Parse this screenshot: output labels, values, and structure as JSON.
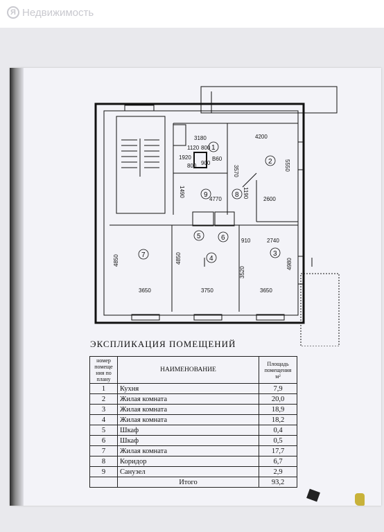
{
  "watermark": {
    "logo": "Я",
    "text": "Недвижимость"
  },
  "plan": {
    "dimensions": [
      "3180",
      "4200",
      "3570",
      "5550",
      "4770",
      "2600",
      "1190",
      "1490",
      "910",
      "2740",
      "4850",
      "4850",
      "3520",
      "4980",
      "3650",
      "3750",
      "3650",
      "1920",
      "800",
      "800",
      "1120",
      "900",
      "B60"
    ],
    "room_numbers": [
      "1",
      "2",
      "3",
      "4",
      "5",
      "6",
      "7",
      "8",
      "9"
    ]
  },
  "explication": {
    "title": "ЭКСПЛИКАЦИЯ ПОМЕЩЕНИЙ",
    "headers": {
      "number": "номер помеще ния по плану",
      "name": "НАИМЕНОВАНИЕ",
      "area": "Площадь помещения м²"
    },
    "rows": [
      {
        "n": "1",
        "name": "Кухня",
        "area": "7,9"
      },
      {
        "n": "2",
        "name": "Жилая комната",
        "area": "20,0"
      },
      {
        "n": "3",
        "name": "Жилая комната",
        "area": "18,9"
      },
      {
        "n": "4",
        "name": "Жилая комната",
        "area": "18,2"
      },
      {
        "n": "5",
        "name": "Шкаф",
        "area": "0,4"
      },
      {
        "n": "6",
        "name": "Шкаф",
        "area": "0,5"
      },
      {
        "n": "7",
        "name": "Жилая комната",
        "area": "17,7"
      },
      {
        "n": "8",
        "name": "Коридор",
        "area": "6,7"
      },
      {
        "n": "9",
        "name": "Санузел",
        "area": "2,9"
      }
    ],
    "total_label": "Итого",
    "total_area": "93,2"
  }
}
